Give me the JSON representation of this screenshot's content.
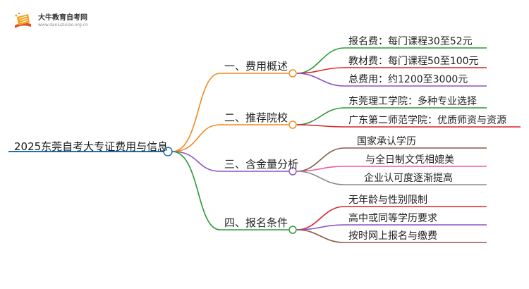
{
  "logo": {
    "title": "大牛教育自考网",
    "url": "www.daniuzixiao.org.cn"
  },
  "root": {
    "label": "2025东莞自考大专证费用与信息",
    "color": "#1f6fb3"
  },
  "branches": [
    {
      "label": "一、费用概述",
      "color": "#f28a1e",
      "children": [
        {
          "label": "报名费：每门课程30至52元",
          "color": "#2a9a36"
        },
        {
          "label": "教材费：每门课程50至100元",
          "color": "#d9232b"
        },
        {
          "label": "总费用：约1200至3000元",
          "color": "#8a55c2"
        }
      ]
    },
    {
      "label": "二、推荐院校",
      "color": "#f28a1e",
      "children": [
        {
          "label": "东莞理工学院：多种专业选择",
          "color": "#2a9a36"
        },
        {
          "label": "广东第二师范学院：优质师资与资源",
          "color": "#d9232b"
        }
      ]
    },
    {
      "label": "三、含金量分析",
      "color": "#8a55c2",
      "children": [
        {
          "label": "国家承认学历",
          "color": "#8b5a4a"
        },
        {
          "label": "与全日制文凭相媲美",
          "color": "#e85aa4"
        },
        {
          "label": "企业认可度逐渐提高",
          "color": "#8a8a8a"
        }
      ]
    },
    {
      "label": "四、报名条件",
      "color": "#2a9a36",
      "children": [
        {
          "label": "无年龄与性别限制",
          "color": "#d9232b"
        },
        {
          "label": "高中或同等学历要求",
          "color": "#8a55c2"
        },
        {
          "label": "按时网上报名与缴费",
          "color": "#8b5a4a"
        }
      ]
    }
  ]
}
